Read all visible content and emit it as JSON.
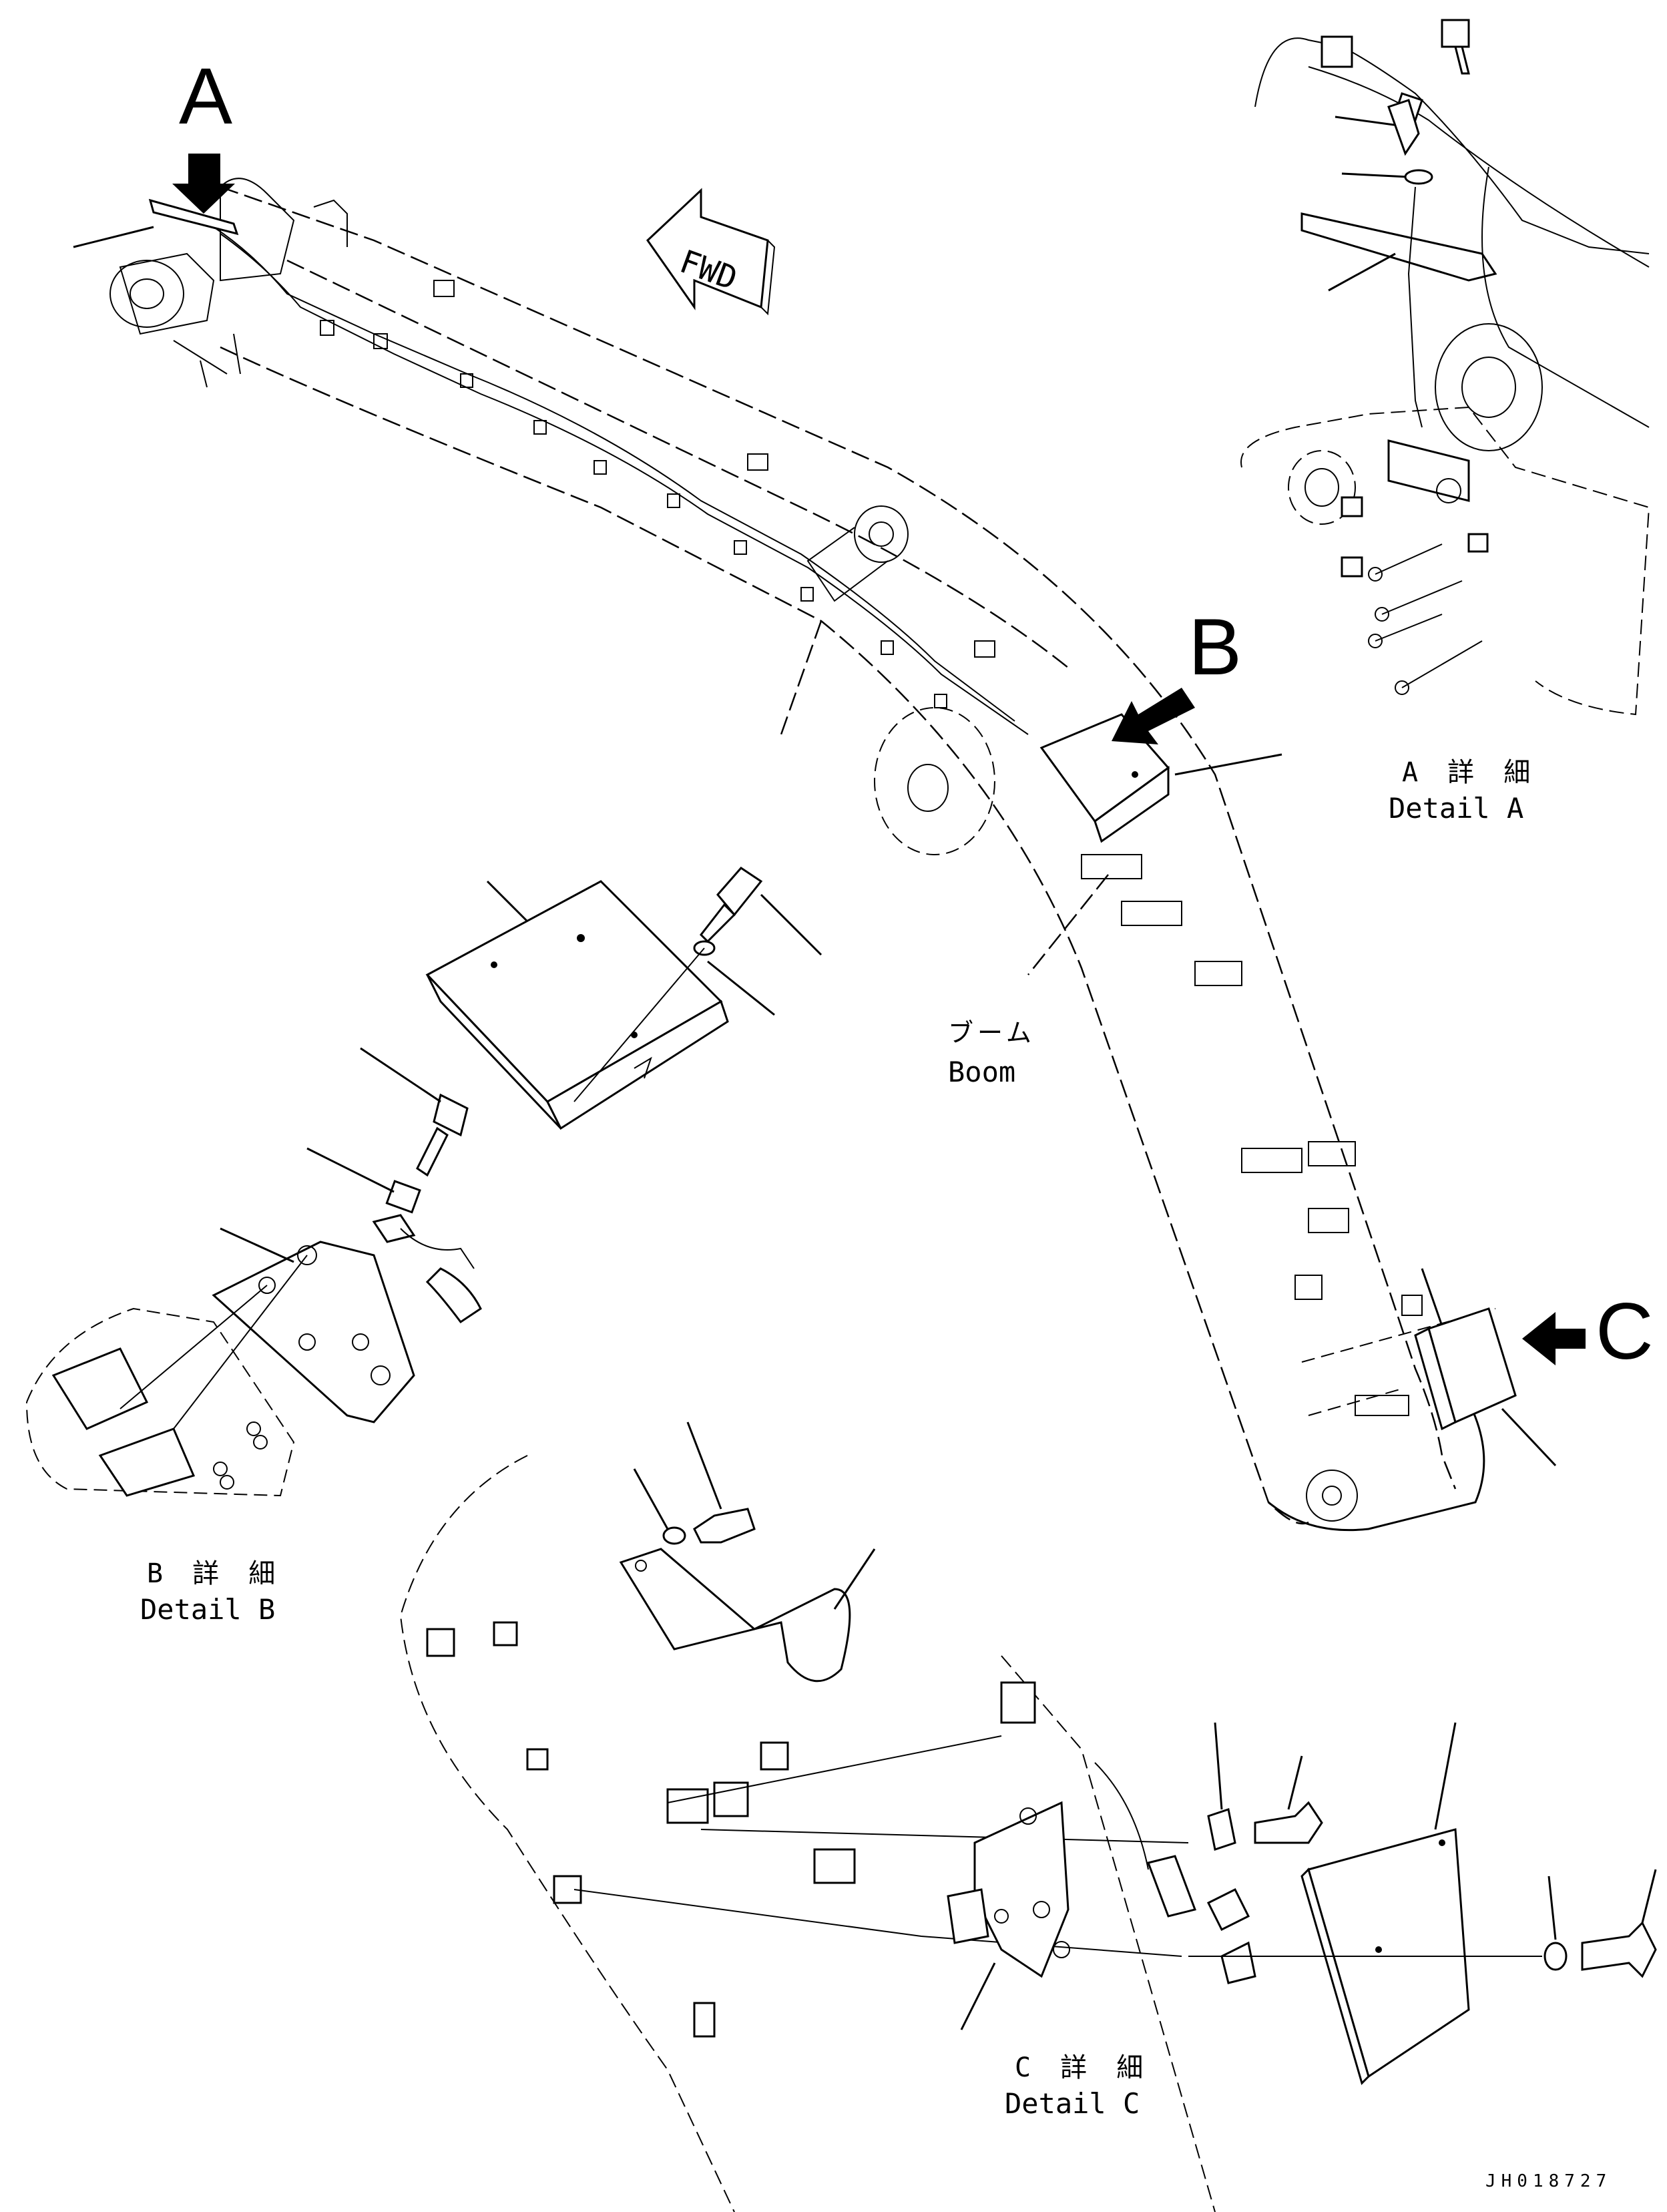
{
  "drawing": {
    "callouts": {
      "a": "A",
      "b": "B",
      "c": "C"
    },
    "fwd_label": "FWD",
    "boom": {
      "jp": "ブーム",
      "en": "Boom"
    },
    "details": {
      "a": {
        "jp": "A 詳 細",
        "en": "Detail A"
      },
      "b": {
        "jp": "B 詳 細",
        "en": "Detail B"
      },
      "c": {
        "jp": "C 詳 細",
        "en": "Detail C"
      }
    },
    "drawing_number": "JH018727",
    "icons": [
      "arrow-pointer-icon",
      "fwd-arrow-icon"
    ]
  }
}
